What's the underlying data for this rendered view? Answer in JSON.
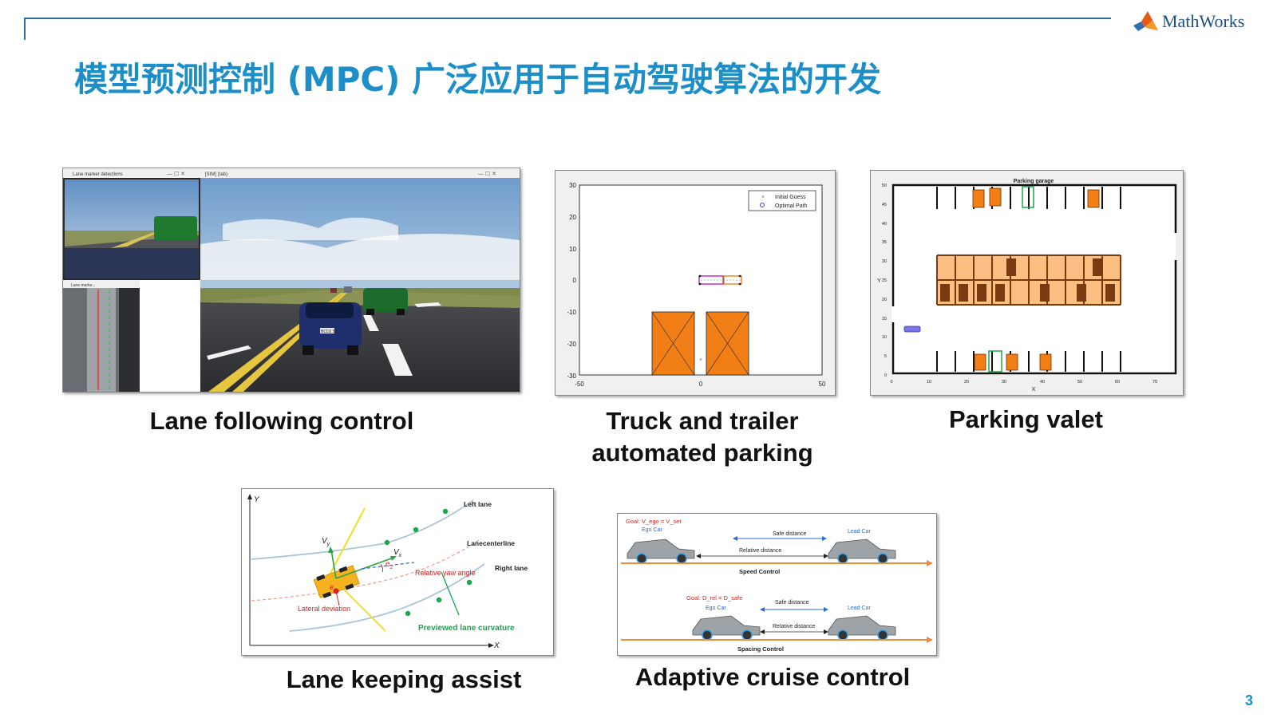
{
  "header": {
    "logo_text": "MathWorks",
    "logo_icon": "matlab-membrane-icon",
    "title": "模型预测控制 (MPC) 广泛应用于自动驾驶算法的开发"
  },
  "accent_colors": {
    "title": "#1c8fc8",
    "rule": "#2b6e9b",
    "orange": "#f27f16",
    "green": "#1aa64c"
  },
  "panels": {
    "lane_following": {
      "caption": "Lane following control",
      "window_title_main": "Lane marker detections",
      "window_title_side": "Lane marke...",
      "window_title_sim": "[SIM] (tab)",
      "plate_text": "BCD2 53"
    },
    "truck_trailer": {
      "caption_line1": "Truck and trailer",
      "caption_line2": "automated parking",
      "legend": [
        "Initial Guess",
        "Optimal Path"
      ],
      "y_ticks": [
        "30",
        "20",
        "10",
        "0",
        "-10",
        "-20",
        "-30"
      ],
      "x_ticks": [
        "-50",
        "0",
        "50"
      ]
    },
    "parking_valet": {
      "caption": "Parking valet",
      "plot_title": "Parking garage",
      "y_label": "Y",
      "x_label": "X",
      "y_ticks": [
        "50",
        "45",
        "40",
        "35",
        "30",
        "25",
        "20",
        "15",
        "10",
        "5",
        "0"
      ],
      "x_ticks": [
        "0",
        "10",
        "20",
        "30",
        "40",
        "50",
        "60",
        "70"
      ]
    },
    "lane_keeping": {
      "caption": "Lane keeping assist",
      "axis_y": "Y",
      "axis_x": "X",
      "left_lane": "Left lane",
      "centerline": "Lanecenterline",
      "right_lane": "Right lane",
      "vy": "V",
      "vy_sub": "y",
      "vx": "V",
      "vx_sub": "x",
      "e2": "e",
      "e2_sub": "2",
      "e1": "e",
      "e1_sub": "1",
      "yaw": "Relative yaw angle",
      "lateral": "Lateral deviation",
      "curvature": "Previewed lane curvature"
    },
    "acc": {
      "caption": "Adaptive cruise control",
      "goal1": "Goal: V_ego = V_set",
      "ego1": "Ego Car",
      "safe1": "Safe distance",
      "lead1": "Lead Car",
      "rel1": "Relative distance",
      "mode1": "Speed Control",
      "goal2": "Goal: D_rel = D_safe",
      "ego2": "Ego Car",
      "safe2": "Safe distance",
      "lead2": "Lead Car",
      "rel2": "Relative distance",
      "mode2": "Spacing Control"
    }
  },
  "page_number": "3"
}
